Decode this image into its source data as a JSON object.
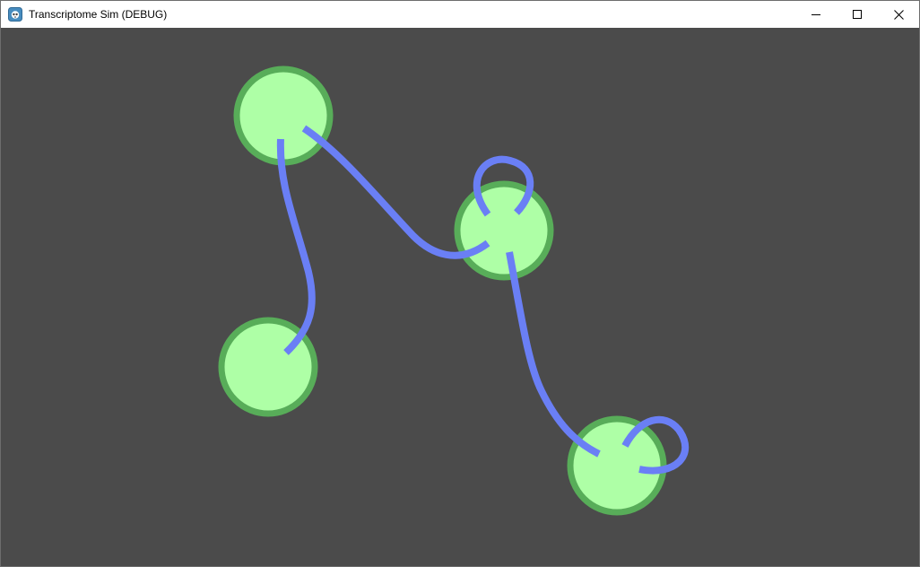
{
  "window": {
    "title": "Transcriptome Sim (DEBUG)",
    "app_icon": "godot-engine-icon",
    "controls": {
      "minimize_icon": "minimize-icon",
      "maximize_icon": "maximize-icon",
      "close_icon": "close-icon"
    }
  },
  "colors": {
    "background": "#4b4b4b",
    "node_fill": "#aeffa6",
    "node_border": "#58ad59",
    "edge": "#6a7ff5"
  },
  "graph": {
    "nodes": [
      {
        "id": "node-1"
      },
      {
        "id": "node-2"
      },
      {
        "id": "node-3"
      },
      {
        "id": "node-4"
      }
    ],
    "edges": [
      {
        "from": "node-1",
        "to": "node-2"
      },
      {
        "from": "node-1",
        "to": "node-3"
      },
      {
        "from": "node-3",
        "to": "node-3"
      },
      {
        "from": "node-3",
        "to": "node-4"
      },
      {
        "from": "node-4",
        "to": "node-4"
      }
    ]
  }
}
